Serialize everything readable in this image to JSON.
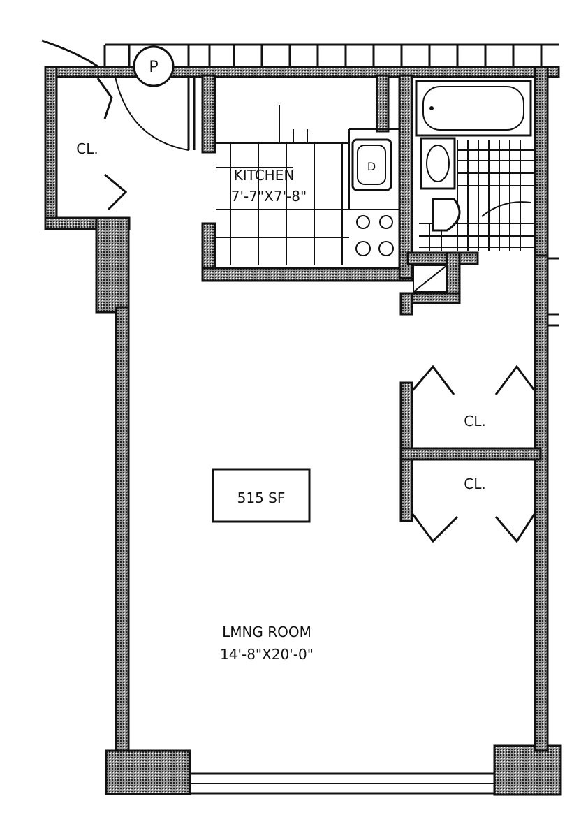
{
  "plan": {
    "area_box": {
      "text": "515 SF"
    },
    "rooms": {
      "kitchen": {
        "name": "KITCHEN",
        "dimensions": "7'-7\"X7'-8\""
      },
      "living_room": {
        "name": "LMNG ROOM",
        "dimensions": "14'-8\"X20'-0\""
      }
    },
    "closets": {
      "entry": "CL.",
      "right_upper": "CL.",
      "right_lower": "CL."
    },
    "fixtures": {
      "pillar": "P",
      "sink": "D"
    },
    "colors": {
      "ink": "#111111",
      "wall_fill": "#8a8a8a",
      "paper": "#ffffff"
    }
  }
}
